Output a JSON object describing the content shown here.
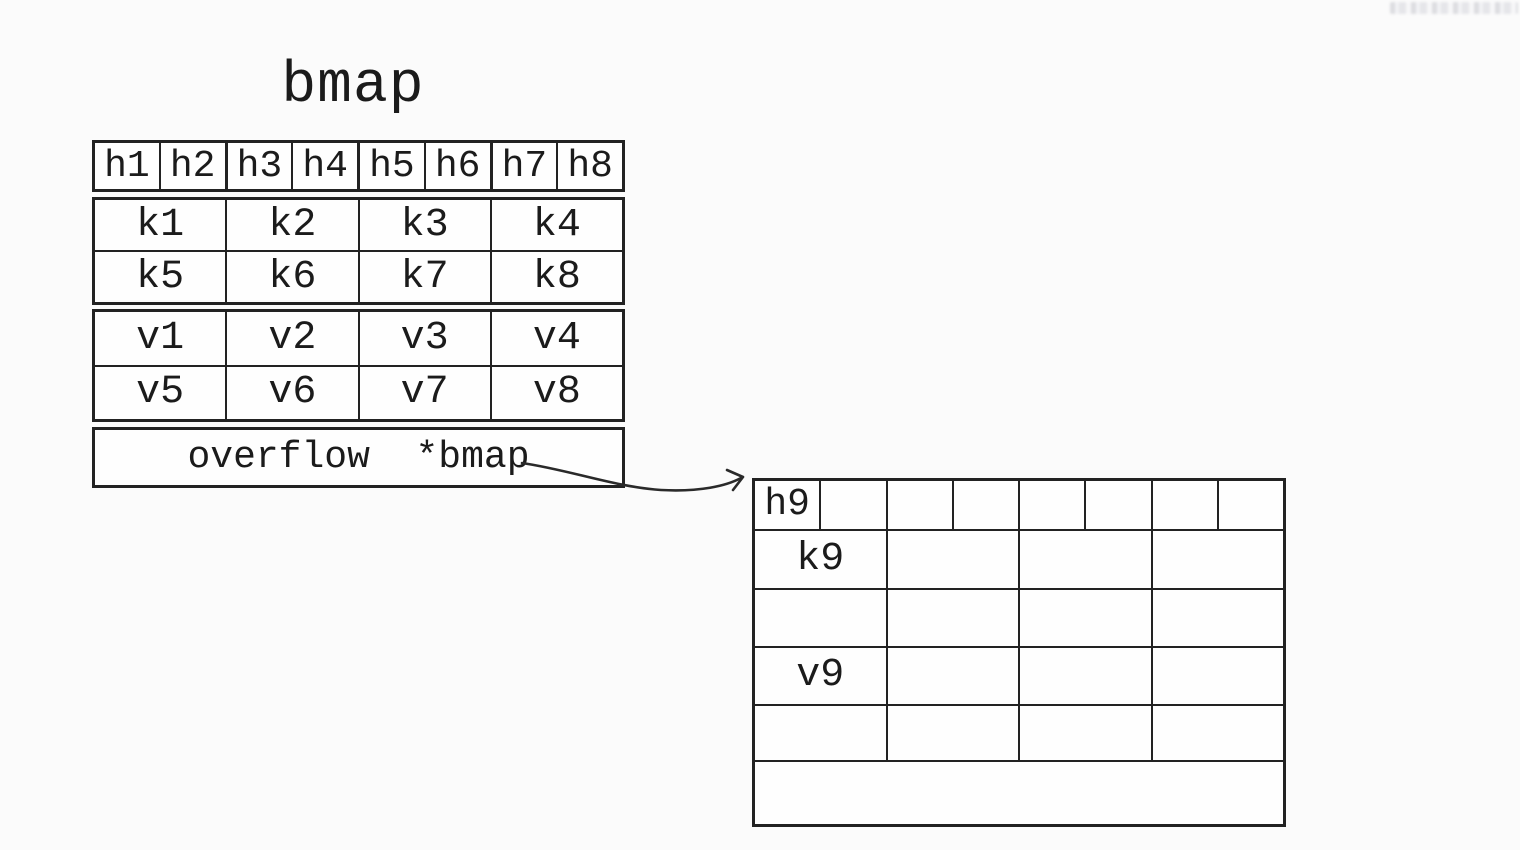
{
  "colors": {
    "ink": "#222222",
    "background": "#fbfbfb"
  },
  "title": "bmap",
  "main_table": {
    "header_cells": [
      "h1",
      "h2",
      "h3",
      "h4",
      "h5",
      "h6",
      "h7",
      "h8"
    ],
    "key_rows": [
      [
        "k1",
        "k2",
        "k3",
        "k4"
      ],
      [
        "k5",
        "k6",
        "k7",
        "k8"
      ]
    ],
    "value_rows": [
      [
        "v1",
        "v2",
        "v3",
        "v4"
      ],
      [
        "v5",
        "v6",
        "v7",
        "v8"
      ]
    ],
    "overflow_label": "overflow  *bmap"
  },
  "overflow_table": {
    "header_cells": [
      "h9",
      "",
      "",
      "",
      "",
      "",
      "",
      ""
    ],
    "key_rows": [
      [
        "k9",
        "",
        "",
        ""
      ],
      [
        "",
        "",
        "",
        ""
      ]
    ],
    "value_rows": [
      [
        "v9",
        "",
        "",
        ""
      ],
      [
        "",
        "",
        "",
        ""
      ]
    ],
    "overflow_label": ""
  }
}
